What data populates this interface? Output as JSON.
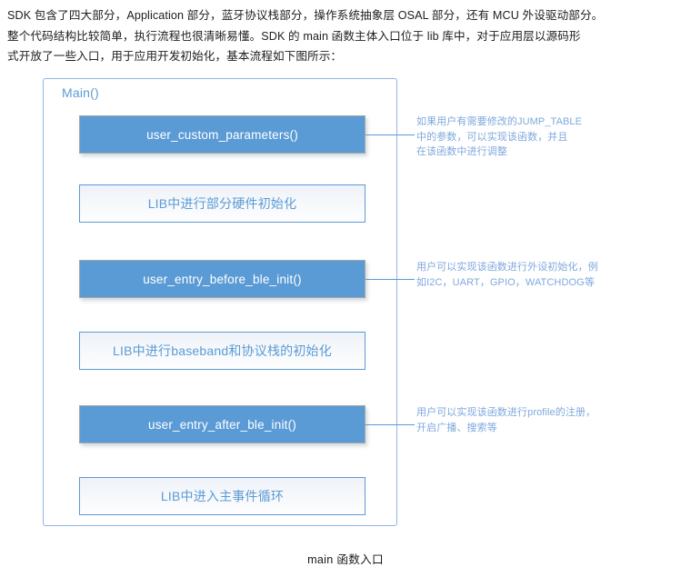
{
  "intro": {
    "lines": [
      "SDK 包含了四大部分，Application 部分，蓝牙协议栈部分，操作系统抽象层 OSAL 部分，还有 MCU 外设驱动部分。",
      "整个代码结构比较简单，执行流程也很清晰易懂。SDK 的 main 函数主体入口位于 lib 库中，对于应用层以源码形",
      "式开放了一些入口，用于应用开发初始化，基本流程如下图所示："
    ]
  },
  "diagram": {
    "container_label": "Main()",
    "caption": "main 函数入口",
    "colors": {
      "accent": "#5b9bd5",
      "container_border": "#8db4e2",
      "filled_text": "#ffffff",
      "light_fill": "#f2f5fa",
      "note_text": "#7fa8dd"
    },
    "steps": [
      {
        "label": "user_custom_parameters()",
        "style": "filled",
        "has_connector": true
      },
      {
        "label": "LIB中进行部分硬件初始化",
        "style": "light",
        "has_connector": false
      },
      {
        "label": "user_entry_before_ble_init()",
        "style": "filled",
        "has_connector": true
      },
      {
        "label": "LIB中进行baseband和协议栈的初始化",
        "style": "light",
        "has_connector": false
      },
      {
        "label": "user_entry_after_ble_init()",
        "style": "filled",
        "has_connector": true
      },
      {
        "label": "LIB中进入主事件循环",
        "style": "light",
        "has_connector": false
      }
    ],
    "notes": [
      {
        "lines": [
          "如果用户有需要修改的JUMP_TABLE",
          "中的参数，可以实现该函数，并且",
          "在该函数中进行调整"
        ]
      },
      {
        "lines": [
          "用户可以实现该函数进行外设初始化，例",
          "如I2C，UART，GPIO，WATCHDOG等"
        ]
      },
      {
        "lines": [
          "用户可以实现该函数进行profile的注册，",
          "开启广播、搜索等"
        ]
      }
    ]
  }
}
